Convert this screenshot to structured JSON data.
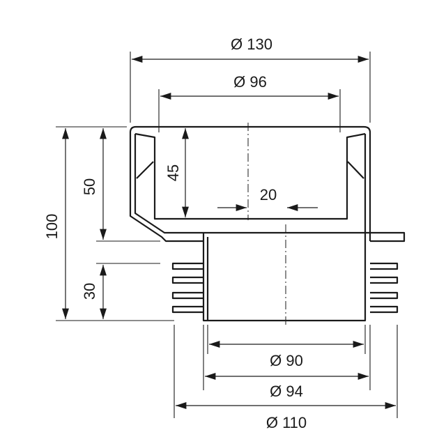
{
  "dimensions": {
    "outer_diameter": "Ø 130",
    "inner_diameter": "Ø 96",
    "depth_inner": "45",
    "height_upper": "50",
    "height_total": "100",
    "height_lower": "30",
    "offset": "20",
    "spigot_diameter": "Ø 90",
    "spigot_outer": "Ø 94",
    "flange_diameter": "Ø 110"
  }
}
